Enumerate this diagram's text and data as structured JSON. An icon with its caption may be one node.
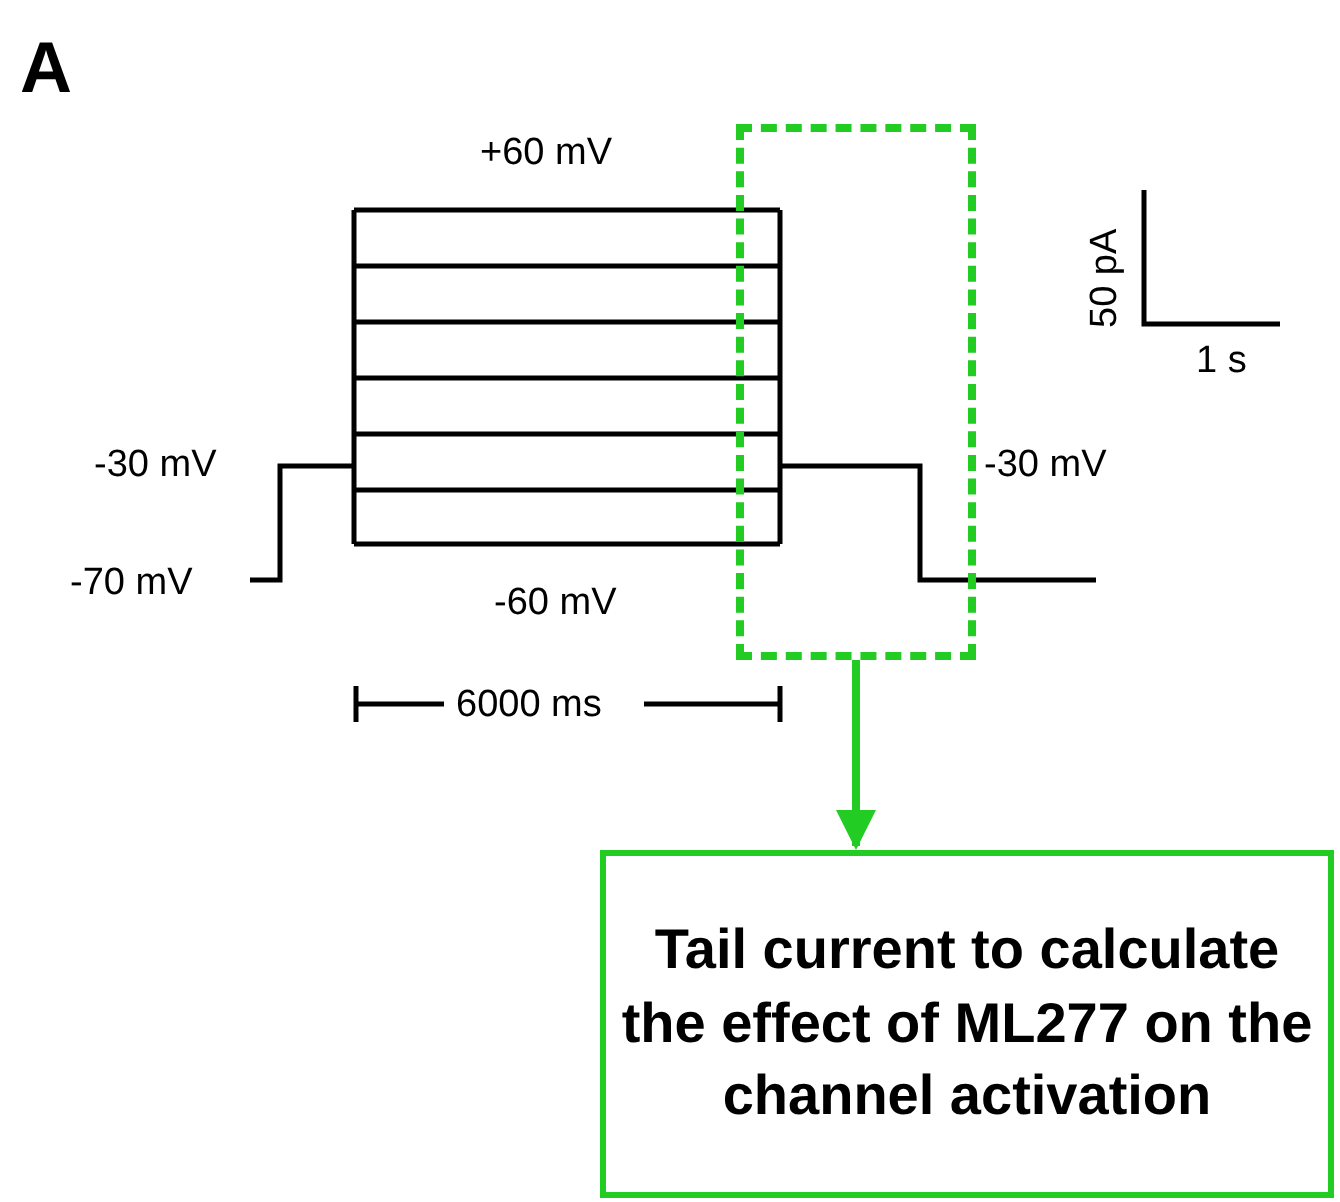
{
  "diagram": {
    "nodes": [
      {
        "text": [],
        "shape": "box"
      },
      {
        "text": [
          "Tail current to calculate the effect of ML277 on the channel activation"
        ]
      }
    ],
    "edges": [
      {
        "from": 0,
        "to": 1,
        "arrow": "to"
      }
    ],
    "labels": [
      "A",
      "+60 mV",
      "50 pA",
      "1 s",
      "-30 mV",
      "-30 mV",
      "-70 mV",
      "-60 mV",
      "6000 ms"
    ]
  }
}
